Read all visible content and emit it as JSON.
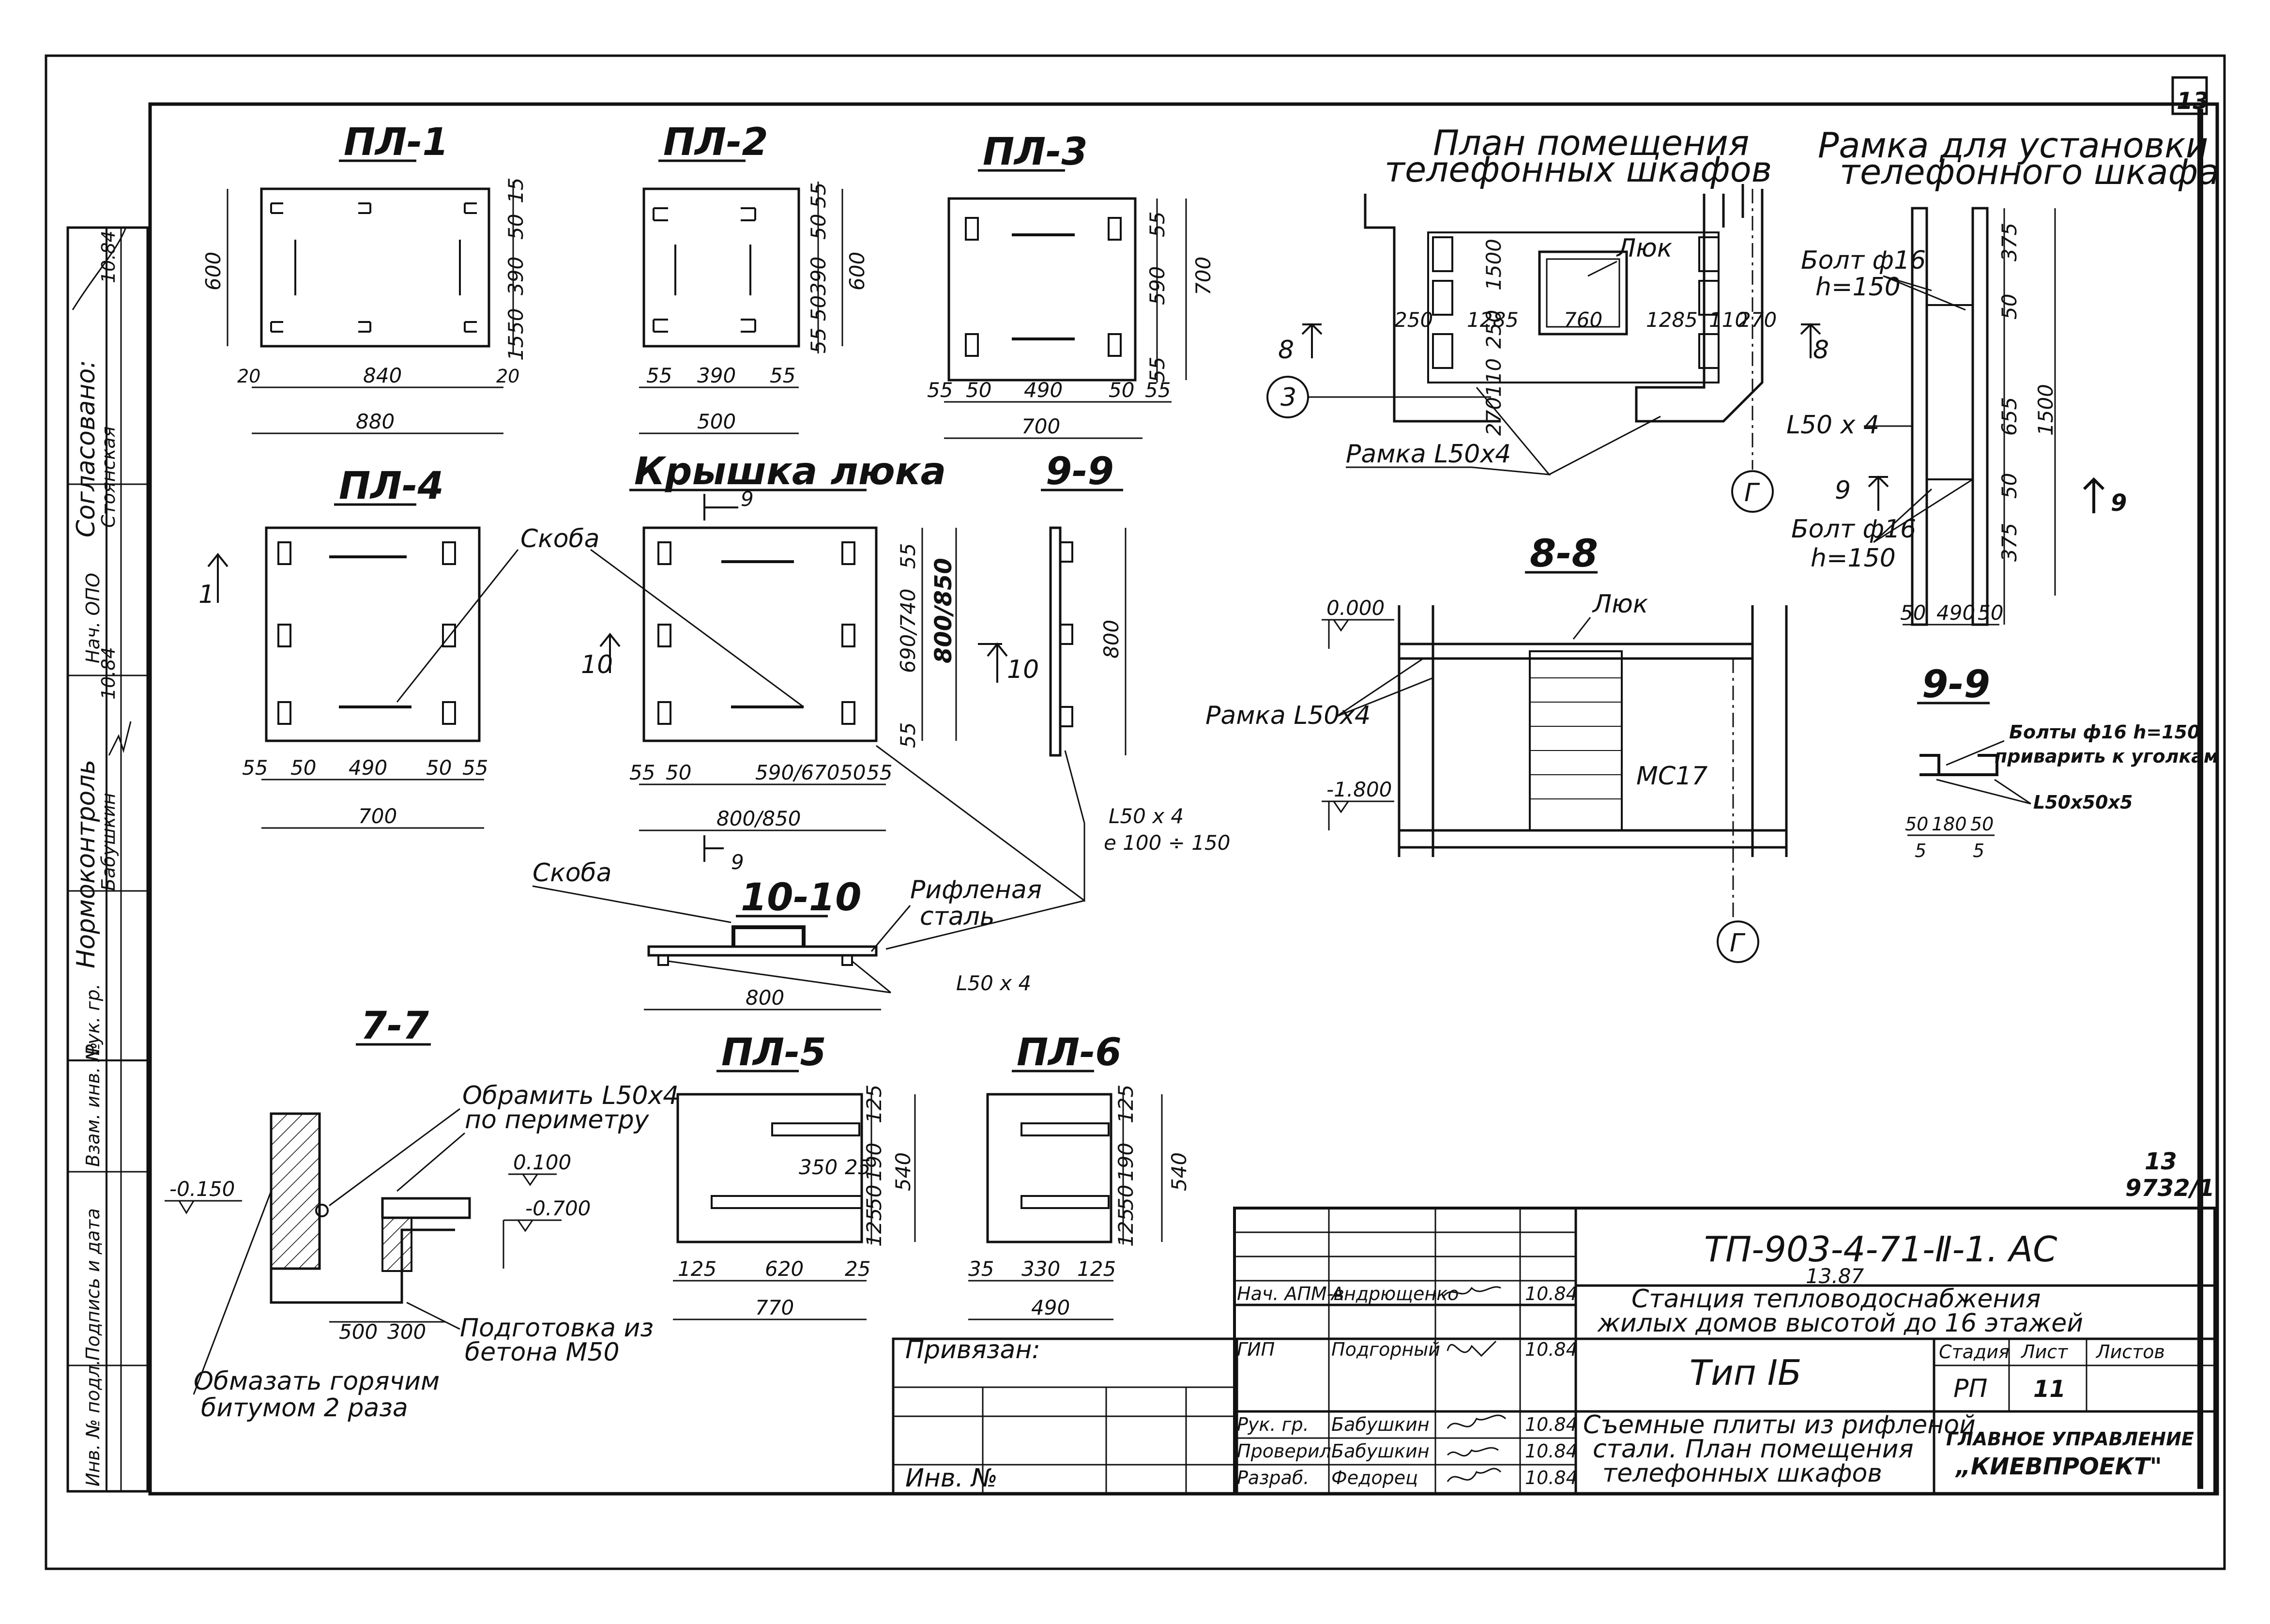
{
  "sheet_no": "13",
  "pl1": {
    "title": "ПЛ-1",
    "d_600": "600",
    "d_15a": "15",
    "d_50a": "50",
    "d_390": "390",
    "d_50b": "50",
    "d_15b": "15",
    "d_20a": "20",
    "d_840": "840",
    "d_20b": "20",
    "d_880": "880"
  },
  "pl2": {
    "title": "ПЛ-2",
    "d_55a": "55",
    "d_50a": "50",
    "d_390v": "390",
    "d_5550": "55 50",
    "d_600": "600",
    "d_55b": "55",
    "d_390": "390",
    "d_55c": "55",
    "d_500": "500"
  },
  "pl3": {
    "title": "ПЛ-3",
    "d_55a": "55",
    "d_590": "590",
    "d_55b": "55",
    "d_700v": "700",
    "d_55c": "55",
    "d_50a": "50",
    "d_490": "490",
    "d_50b": "50",
    "d_55d": "55",
    "d_700": "700"
  },
  "pl4": {
    "title": "ПЛ-4",
    "cut_1": "1",
    "d_55a": "55",
    "d_50a": "50",
    "d_490": "490",
    "d_50b": "50",
    "d_55b": "55",
    "d_700": "700"
  },
  "lid": {
    "title": "Крышка люка",
    "cut_9a": "9",
    "cut_9b": "9",
    "cut_10": "10",
    "cut_10b": "10",
    "skoba": "Скоба",
    "d_55a": "55",
    "d_50a": "50",
    "d_590": "590/670",
    "d_50b": "50",
    "d_55b": "55",
    "d_800": "800/850",
    "d_v1": "55",
    "d_v2": "690/740",
    "d_v3": "800/850",
    "d_v4": "55"
  },
  "s99a": {
    "title": "9-9",
    "d_800": "800",
    "angle": "L50 x 4",
    "step": "e 100 ÷ 150"
  },
  "s1010": {
    "title": "10-10",
    "skoba": "Скоба",
    "steel1": "Рифленая",
    "steel2": "сталь",
    "angle": "L50 x 4",
    "d_800": "800"
  },
  "s77": {
    "title": "7-7",
    "frame1": "Обрамить L50x4",
    "frame2": "по периметру",
    "lvl1": "-0.150",
    "lvl2": "0.100",
    "lvl3": "-0.700",
    "d_500": "500",
    "d_300": "300",
    "base1": "Подготовка из",
    "base2": "бетона М50",
    "bit1": "Обмазать горячим",
    "bit2": "битумом 2 раза"
  },
  "pl5": {
    "title": "ПЛ-5",
    "d_350": "350",
    "d_25": "25",
    "d_125a": "125",
    "d_190": "190",
    "d_50": "50",
    "d_125b": "125",
    "d_540": "540",
    "d_125c": "125",
    "d_620": "620",
    "d_25b": "25",
    "d_770": "770"
  },
  "pl6": {
    "title": "ПЛ-6",
    "d_125a": "125",
    "d_190": "190",
    "d_50": "50",
    "d_125b": "125",
    "d_540": "540",
    "d_35": "35",
    "d_330": "330",
    "d_125c": "125",
    "d_490": "490"
  },
  "plan": {
    "title1": "План помещения",
    "title2": "телефонных шкафов",
    "hatch": "Люк",
    "d_1500": "1500",
    "d_250a": "250",
    "d_250b": "250",
    "d_1285a": "1285",
    "d_760": "760",
    "d_1285b": "1285",
    "d_110a": "110",
    "d_270a": "270",
    "d_110b": "110",
    "d_270b": "270",
    "cut8": "8",
    "cut8b": "8",
    "axis3": "3",
    "axisG": "Г",
    "frame": "Рамка L50x4"
  },
  "s88": {
    "title": "8-8",
    "hatch": "Люк",
    "lvl1": "0.000",
    "lvl2": "-1.800",
    "frame": "Рамка L50x4",
    "ladder": "МС17",
    "axisG": "Г"
  },
  "rframe": {
    "title1": "Рамка для установки",
    "title2": "телефонного шкафа",
    "bolt1": "Болт ф16",
    "h1": "h=150",
    "angle": "L50 x 4",
    "cut9": "9",
    "bolt2": "Болт ф16",
    "h2": "h=150",
    "d_375a": "375",
    "d_50a": "50",
    "d_655": "655",
    "d_50b": "50",
    "d_375b": "375",
    "d_1500": "1500",
    "d_50c": "50",
    "d_490": "490",
    "d_50d": "50",
    "cut9r": "9"
  },
  "s99b": {
    "title": "9-9",
    "bolt": "Болты ф16 h=150",
    "weld": "приварить к уголкам",
    "angle": "L50x50x5",
    "d_50a": "50",
    "d_180": "180",
    "d_50b": "50",
    "d_5a": "5",
    "d_5b": "5"
  },
  "left_strip": {
    "agreed": "Согласовано:",
    "nach_opo": "Нач. ОПО",
    "stoyanskaya": "Стоянская",
    "date1": "10.84",
    "normcontrol": "Нормоконтроль",
    "babushkin": "Бабушкин",
    "date2": "10.84",
    "ruk_gr": "Рук. гр.",
    "inv_sub": "Инв. № подл.",
    "sign_date": "Подпись и дата",
    "vzam": "Взам. инв. №"
  },
  "stamp": {
    "page_no": "13",
    "code_ref": "9732/1"
  },
  "title_block": {
    "doc_code": "ТП-903-4-71-Ⅱ-1. АС",
    "doc_sub": "13.87",
    "project1": "Станция тепловодоснабжения",
    "project2": "жилых домов высотой до 16 этажей",
    "type": "Тип IБ",
    "stage_h": "Стадия",
    "sheet_h": "Лист",
    "sheets_h": "Листов",
    "stage": "РП",
    "sheet": "11",
    "sheet_title1": "Съемные плиты из рифленой",
    "sheet_title2": "стали. План помещения",
    "sheet_title3": "телефонных шкафов",
    "org1": "ГЛАВНОЕ УПРАВЛЕНИЕ",
    "org2": "„КИЕВПРОЕКТ\"",
    "privyazan": "Привязан:",
    "inv_no": "Инв. №",
    "rows": [
      {
        "role": "Нач. АПМ-в",
        "name": "Андрющенко",
        "date": "10.84"
      },
      {
        "role": "ГИП",
        "name": "Подгорный",
        "date": "10.84"
      },
      {
        "role": "Рук. гр.",
        "name": "Бабушкин",
        "date": "10.84"
      },
      {
        "role": "Проверил",
        "name": "Бабушкин",
        "date": "10.84"
      },
      {
        "role": "Разраб.",
        "name": "Федорец",
        "date": "10.84"
      }
    ]
  }
}
